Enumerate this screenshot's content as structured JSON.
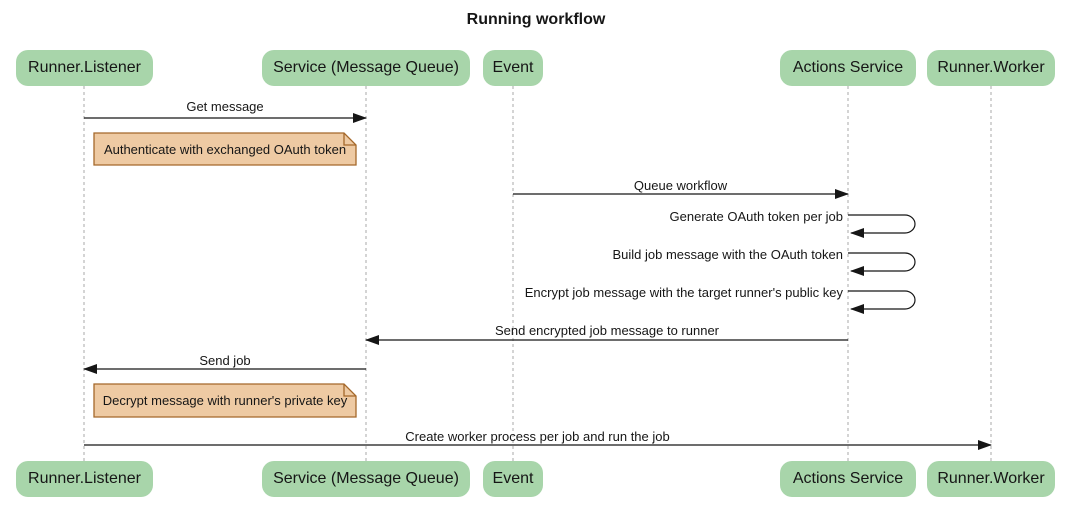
{
  "diagram": {
    "title": "Running workflow",
    "kind": "sequence-diagram"
  },
  "participants": {
    "runner_listener": "Runner.Listener",
    "service_mq": "Service (Message Queue)",
    "event": "Event",
    "actions_service": "Actions Service",
    "runner_worker": "Runner.Worker"
  },
  "messages": {
    "get_message": {
      "label": "Get message",
      "from": "Runner.Listener",
      "to": "Service (Message Queue)"
    },
    "queue_workflow": {
      "label": "Queue workflow",
      "from": "Event",
      "to": "Actions Service"
    },
    "generate_token": {
      "label": "Generate OAuth token per job",
      "from": "Actions Service",
      "to": "Actions Service",
      "self": true
    },
    "build_job_message": {
      "label": "Build job message with the OAuth token",
      "from": "Actions Service",
      "to": "Actions Service",
      "self": true
    },
    "encrypt_job_message": {
      "label": "Encrypt job message with the target runner's public key",
      "from": "Actions Service",
      "to": "Actions Service",
      "self": true
    },
    "send_encrypted": {
      "label": "Send encrypted job message to runner",
      "from": "Actions Service",
      "to": "Service (Message Queue)"
    },
    "send_job": {
      "label": "Send job",
      "from": "Service (Message Queue)",
      "to": "Runner.Listener"
    },
    "create_worker": {
      "label": "Create worker process per job and run the job",
      "from": "Runner.Listener",
      "to": "Runner.Worker"
    }
  },
  "notes": {
    "authenticate": {
      "text": "Authenticate with exchanged OAuth token"
    },
    "decrypt": {
      "text": "Decrypt message with runner's private key"
    }
  },
  "colors": {
    "participant_fill": "#a8d5aa",
    "participant_text": "#161616",
    "note_fill": "#eecaa3",
    "note_border": "#a5682a",
    "lifeline_color": "#a9a9a9",
    "arrow_color": "#161616",
    "bg_color": "#ffffff"
  }
}
